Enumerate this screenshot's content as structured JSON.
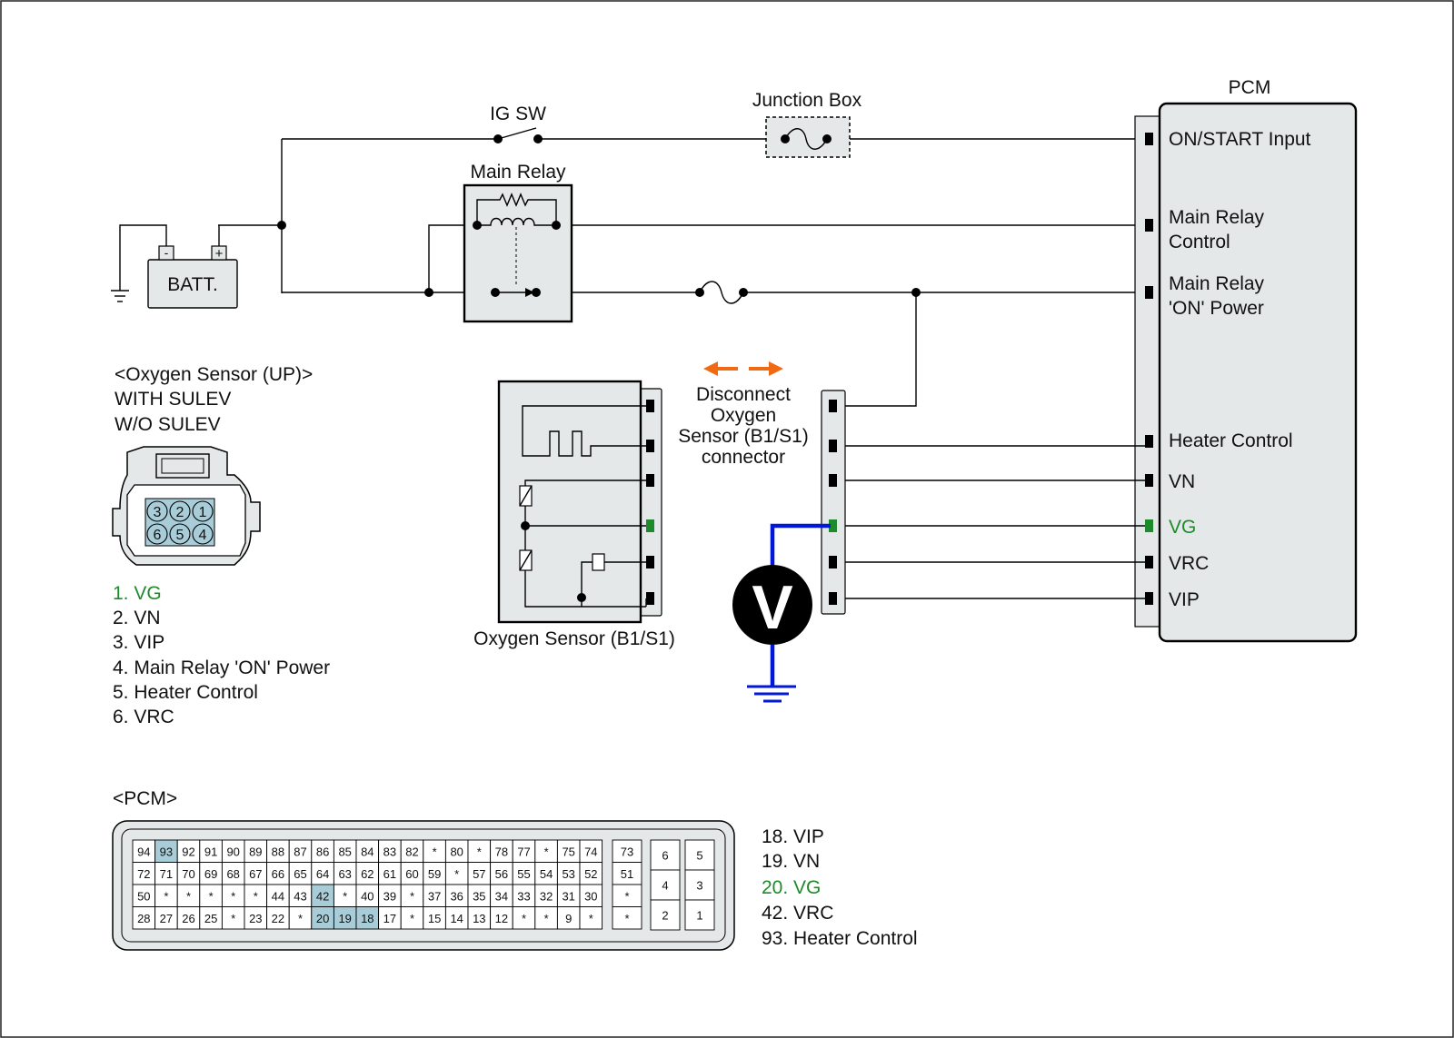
{
  "colors": {
    "highlight": "#1e8a2b",
    "meter_wire": "#0018d8",
    "arrow": "#f06a14",
    "pin_highlight": "#a9cdd8"
  },
  "labels": {
    "ig_sw": "IG SW",
    "junction_box": "Junction Box",
    "pcm": "PCM",
    "main_relay": "Main Relay",
    "batt": "BATT.",
    "batt_minus": "-",
    "batt_plus": "+",
    "sensor_name": "Oxygen Sensor (B1/S1)",
    "voltmeter": "V",
    "disconnect": [
      "Disconnect",
      "Oxygen",
      "Sensor (B1/S1)",
      "connector"
    ]
  },
  "pcm_pins": {
    "on_start": "ON/START Input",
    "mrc_1": "Main Relay",
    "mrc_2": "Control",
    "mrp_1": "Main Relay",
    "mrp_2": "'ON' Power",
    "heater": "Heater Control",
    "vn": "VN",
    "vg": "VG",
    "vrc": "VRC",
    "vip": "VIP"
  },
  "o2_connector": {
    "title": "<Oxygen Sensor (UP)>",
    "sub1": "WITH SULEV",
    "sub2": "W/O SULEV",
    "pins_top": [
      "3",
      "2",
      "1"
    ],
    "pins_bottom": [
      "6",
      "5",
      "4"
    ],
    "legend": [
      "1. VG",
      "2. VN",
      "3. VIP",
      "4. Main Relay  'ON' Power",
      "5. Heater Control",
      "6. VRC"
    ]
  },
  "pcm_connector": {
    "title": "<PCM>",
    "rows": [
      [
        "94",
        "93",
        "92",
        "91",
        "90",
        "89",
        "88",
        "87",
        "86",
        "85",
        "84",
        "83",
        "82",
        "*",
        "80",
        "*",
        "78",
        "77",
        "*",
        "75",
        "74"
      ],
      [
        "72",
        "71",
        "70",
        "69",
        "68",
        "67",
        "66",
        "65",
        "64",
        "63",
        "62",
        "61",
        "60",
        "59",
        "*",
        "57",
        "56",
        "55",
        "54",
        "53",
        "52"
      ],
      [
        "50",
        "*",
        "*",
        "*",
        "*",
        "*",
        "44",
        "43",
        "42",
        "*",
        "40",
        "39",
        "*",
        "37",
        "36",
        "35",
        "34",
        "33",
        "32",
        "31",
        "30"
      ],
      [
        "28",
        "27",
        "26",
        "25",
        "*",
        "23",
        "22",
        "*",
        "20",
        "19",
        "18",
        "17",
        "*",
        "15",
        "14",
        "13",
        "12",
        "*",
        "*",
        "9",
        "*"
      ]
    ],
    "side_col": [
      "73",
      "51",
      "*",
      "*"
    ],
    "block_a": [
      "6",
      "4",
      "2"
    ],
    "block_b": [
      "5",
      "3",
      "1"
    ],
    "highlighted": [
      "93",
      "42",
      "20",
      "19",
      "18"
    ],
    "legend": [
      "18. VIP",
      "19. VN",
      "20. VG",
      "42. VRC",
      "93. Heater Control"
    ]
  }
}
